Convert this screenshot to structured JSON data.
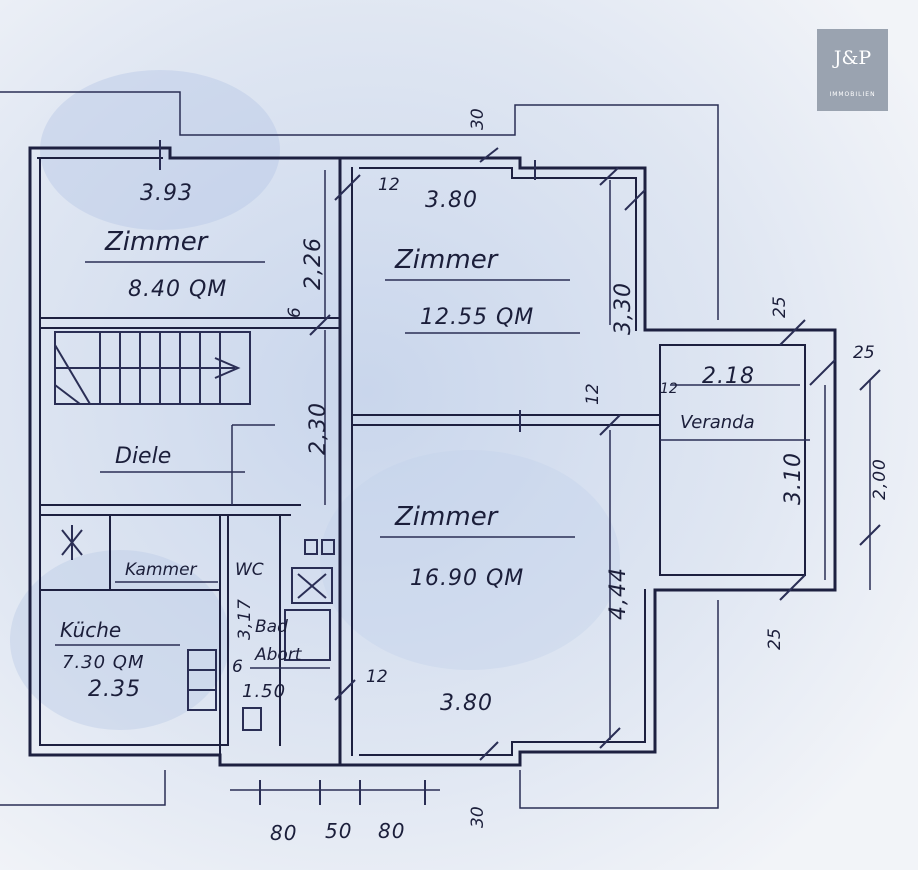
{
  "logo": {
    "brand": "J&P",
    "sub": "IMMOBILIEN"
  },
  "rooms": {
    "zimmer_top_left": {
      "name": "Zimmer",
      "area": "8.40 QM",
      "width": "3.93"
    },
    "zimmer_top_right": {
      "name": "Zimmer",
      "area": "12.55 QM",
      "width": "3.80"
    },
    "zimmer_bottom": {
      "name": "Zimmer",
      "area": "16.90 QM",
      "width": "3.80"
    },
    "veranda": {
      "name": "Veranda",
      "width": "2.18",
      "depth": "3.10"
    },
    "diele": {
      "name": "Diele"
    },
    "kueche": {
      "name": "Küche",
      "area": "7.30 QM",
      "width": "2.35"
    },
    "bad": {
      "name": "Bad",
      "width": "1.50"
    },
    "wc": {
      "name": "WC"
    },
    "abort": {
      "name": "Abort"
    },
    "kammer": {
      "name": "Kammer"
    }
  },
  "dimensions": {
    "d226": "2,26",
    "d230": "2,30",
    "d330": "3,30",
    "d444": "4,44",
    "d317": "3,17",
    "d200": "2,00",
    "d12a": "12",
    "d12b": "12",
    "d12c": "12",
    "d12d": "12",
    "d30a": "30",
    "d30b": "30",
    "d25a": "25",
    "d25b": "25",
    "d25c": "25",
    "d6a": "6",
    "d6b": "6",
    "d80a": "80",
    "d50": "50",
    "d80b": "80"
  }
}
